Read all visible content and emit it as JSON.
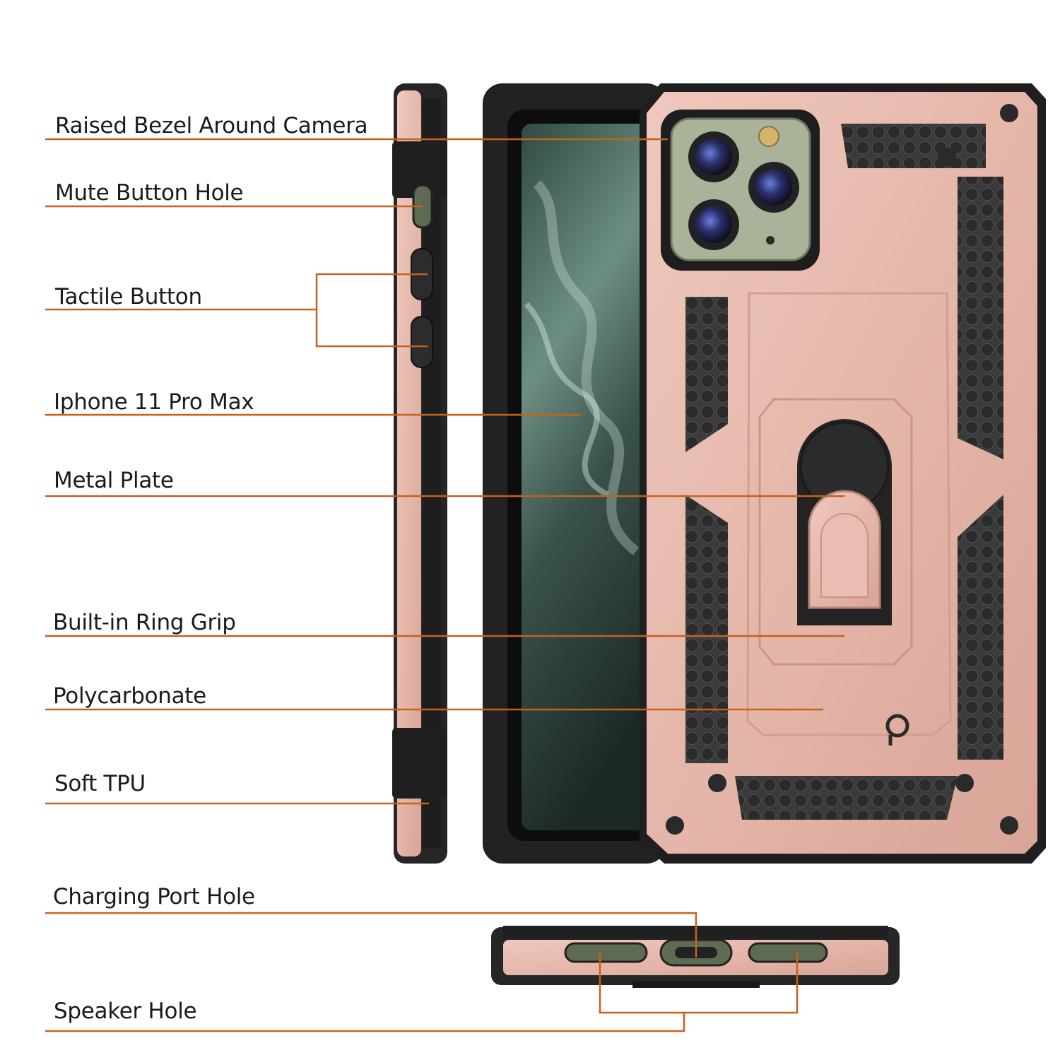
{
  "callouts": {
    "raised_bezel": "Raised Bezel Around Camera",
    "mute_button_hole": "Mute Button Hole",
    "tactile_button": "Tactile Button",
    "iphone_model": "Iphone 11 Pro Max",
    "metal_plate": "Metal Plate",
    "ring_grip": "Built-in Ring Grip",
    "polycarbonate": "Polycarbonate",
    "soft_tpu": "Soft TPU",
    "charging_port_hole": "Charging Port Hole",
    "speaker_hole": "Speaker Hole"
  },
  "colors": {
    "leader_line": "#c4621e",
    "case_rose_gold": "#e6b8ad",
    "bumper_black": "#2a2a2a",
    "camera_plate": "#a8b39a"
  }
}
